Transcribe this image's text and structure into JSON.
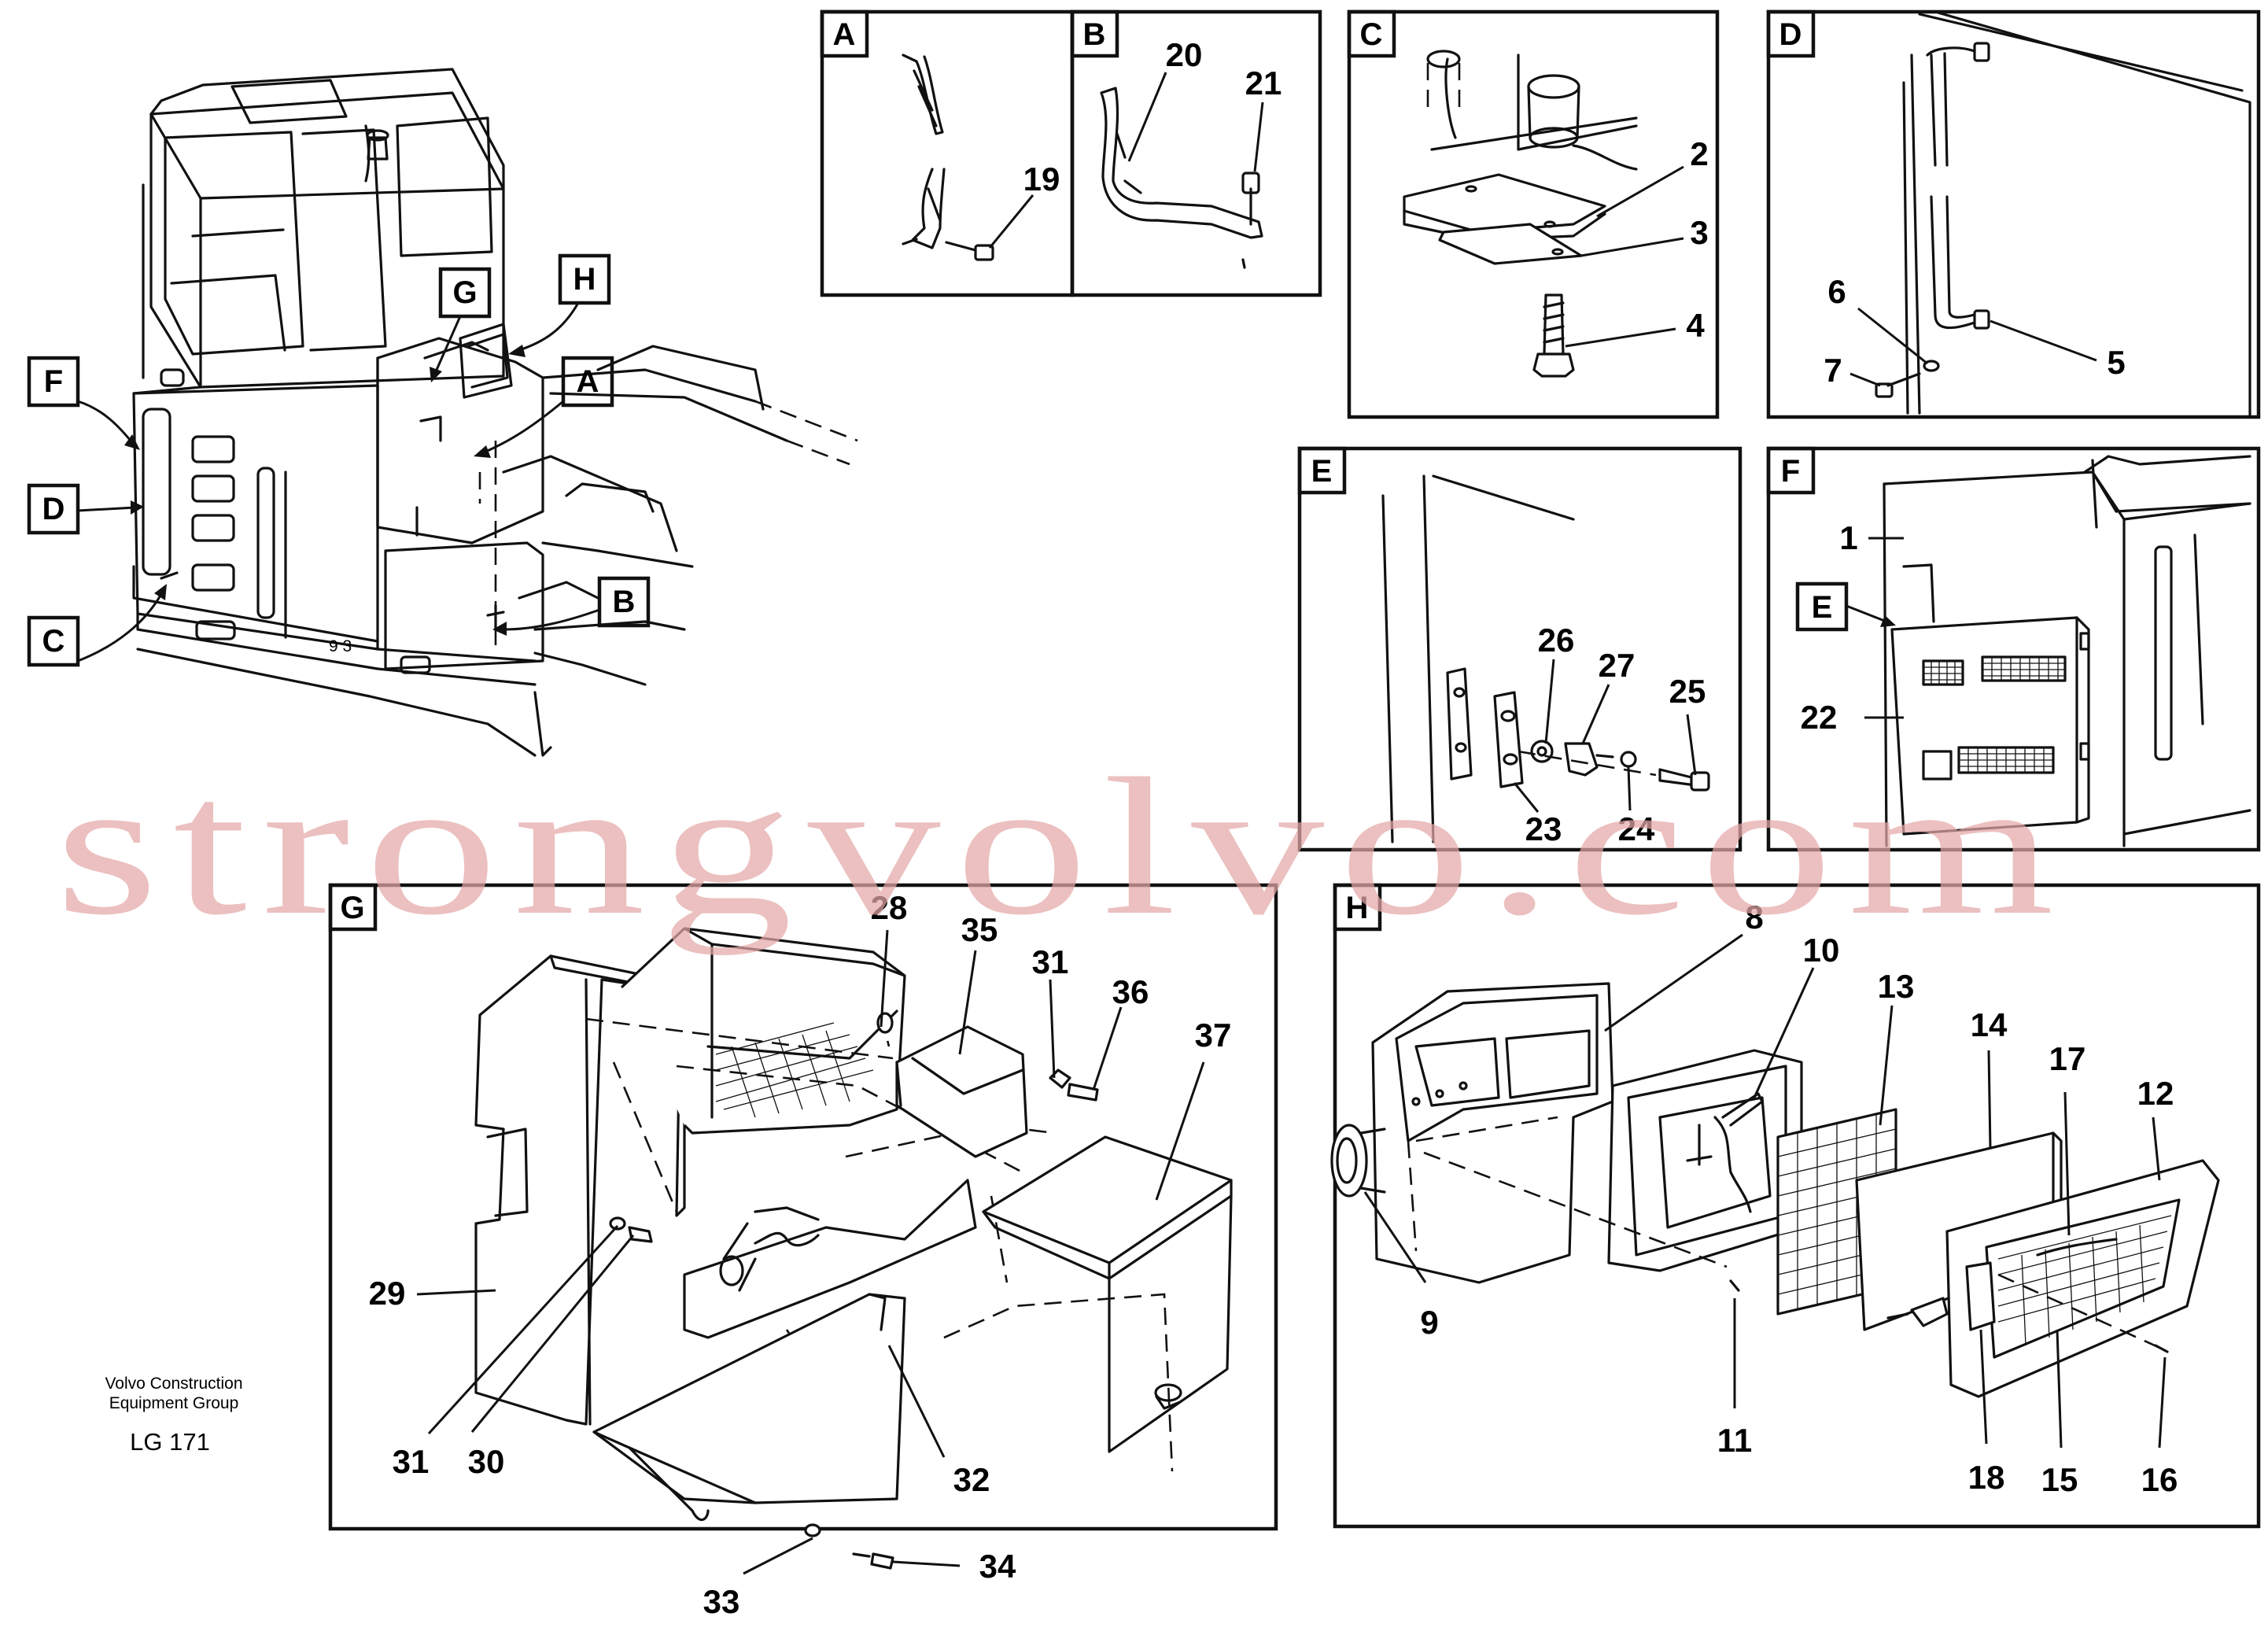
{
  "footer": {
    "company_line1": "Volvo Construction",
    "company_line2": "Equipment Group",
    "code": "LG 171"
  },
  "watermark": "strongvolvo.com",
  "callouts": [
    "A",
    "B",
    "C",
    "D",
    "E",
    "F",
    "G",
    "H"
  ],
  "panels": {
    "A": {
      "title": "A",
      "parts": [
        "19"
      ]
    },
    "B": {
      "title": "B",
      "parts": [
        "20",
        "21"
      ]
    },
    "C": {
      "title": "C",
      "parts": [
        "2",
        "3",
        "4"
      ]
    },
    "D": {
      "title": "D",
      "parts": [
        "6",
        "5",
        "7"
      ]
    },
    "E": {
      "title": "E",
      "parts": [
        "26",
        "27",
        "25",
        "23",
        "24"
      ]
    },
    "F": {
      "title": "F",
      "parts": [
        "1",
        "E",
        "22"
      ]
    },
    "G": {
      "title": "G",
      "parts": [
        "28",
        "35",
        "31",
        "36",
        "37",
        "29",
        "31",
        "30",
        "32",
        "33",
        "34"
      ]
    },
    "H": {
      "title": "H",
      "parts": [
        "8",
        "10",
        "13",
        "14",
        "17",
        "12",
        "9",
        "11",
        "18",
        "15",
        "16"
      ]
    }
  },
  "colors": {
    "ink": "#111111",
    "watermark": "#e4a8a8",
    "background": "#ffffff"
  }
}
